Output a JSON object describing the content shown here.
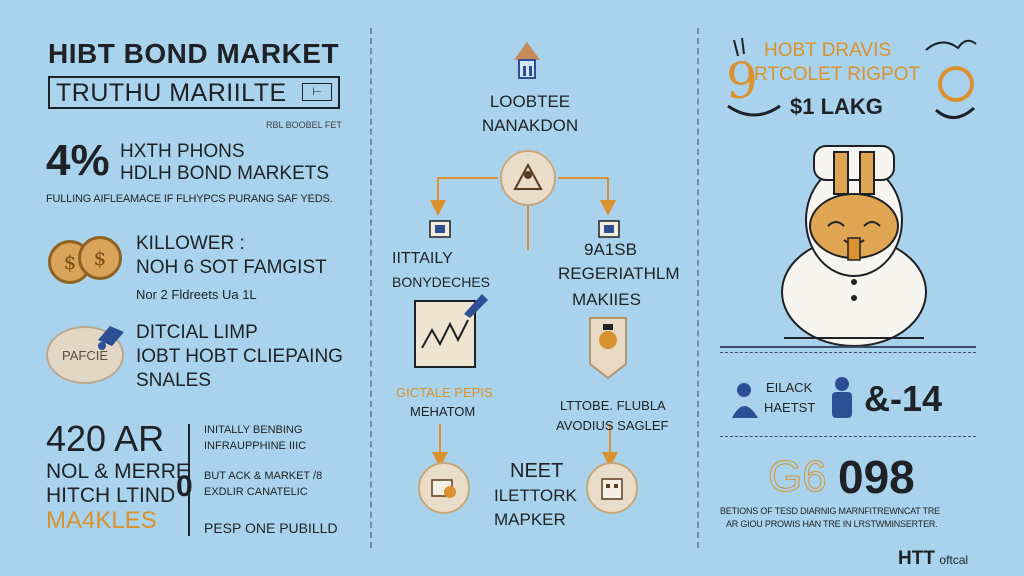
{
  "left": {
    "title": "HIBT BOND MARKET",
    "subtitle_box": "TRUTHU MARIILTE",
    "tag": "RBL BOOBEL FET",
    "stat_big": "4%",
    "stat_line1": "HXTH PHONS",
    "stat_line2": "HDLH BOND MARKETS",
    "stat_desc": "FULLING AIFLEAMACE IF FLHYPCS PURANG SAF YEDS.",
    "coin_symbol": "$",
    "coin_label1": "KILLOWER :",
    "coin_label2": "NOH 6 SOT FAMGIST",
    "coin_sub": "Nor 2 Fldreets Ua 1L",
    "badge_text": "PAFCIE",
    "dig_line1": "DITCIAL LIMP",
    "dig_line2": "IOBT HOBT CLIEPAING",
    "dig_line3": "SNALES",
    "big_num": "420 AR",
    "nol_line": "NOL & MERRE",
    "hitch_line": "HITCH LTIND",
    "makles": "MA4KLES",
    "zero": "0",
    "right_l1": "INITALLY BENBING",
    "right_l2": "INFRAUPPHINE IIIC",
    "right_l3": "BUT ACK & MARKET /8",
    "right_l4": "EXDLIR CANATELIC",
    "right_l5": "PESP ONE PUBILLD"
  },
  "center": {
    "top_label1": "LOOBTEE",
    "top_label2": "NANAKDON",
    "left_title1": "IITTAILY",
    "left_title2": "BONYDECHES",
    "right_title1": "9A1SB",
    "right_title2": "REGERIATHLM",
    "right_title3": "MAKIIES",
    "left_caption1": "GICTALE PEPIS",
    "left_caption2": "MEHATOM",
    "right_caption1": "LTTOBE. FLUBLA",
    "right_caption2": "AVODIUS SAGLEF",
    "bottom1": "NEET",
    "bottom2": "ILETTORK",
    "bottom3": "MAPKER"
  },
  "right": {
    "head1": "HOBT DRAVIS",
    "head2": "RTCOLET RIGPOT",
    "amount": "$1 LAKG",
    "black_label1": "EILACK",
    "black_label2": "HAETST",
    "neg_value": "&-14",
    "code_prefix": "G6",
    "code_value": "098",
    "foot1": "BETIONS OF TESD DIARNIG MARNFITREWNCAT TRE",
    "foot2": "AR GIOU PROWIS HAN TRE IN LRSTWMINSERTER.",
    "brand_main": "HTT",
    "brand_sub": "oftcal"
  },
  "colors": {
    "background": "#a9d3ec",
    "ink": "#1e2126",
    "accent_orange": "#d9922e",
    "accent_blue": "#2d4f95",
    "divider": "#6e8ea3"
  },
  "icons": [
    "coins-icon",
    "badge-icon",
    "lamp-icon",
    "flow-node-icon",
    "chart-frame-icon",
    "tag-icon",
    "rabbit-mascot-icon",
    "blue-people-icon",
    "dollar-snake-icon",
    "arrow-icon"
  ]
}
